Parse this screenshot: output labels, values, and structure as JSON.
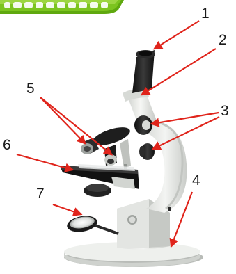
{
  "banner": {
    "text": "",
    "colors": {
      "fill": "#7cc41f",
      "light": "#b6e35c",
      "dark": "#4f8f0e"
    }
  },
  "diagram": {
    "labels": [
      "1",
      "2",
      "3",
      "4",
      "5",
      "6",
      "7"
    ],
    "arrow_color": "#e0241b",
    "label_color": "#1b1b1b",
    "body_color": "#e9ebe8",
    "shadow_color": "#b9bcb8",
    "dark_parts_color": "#1c1c1c"
  }
}
